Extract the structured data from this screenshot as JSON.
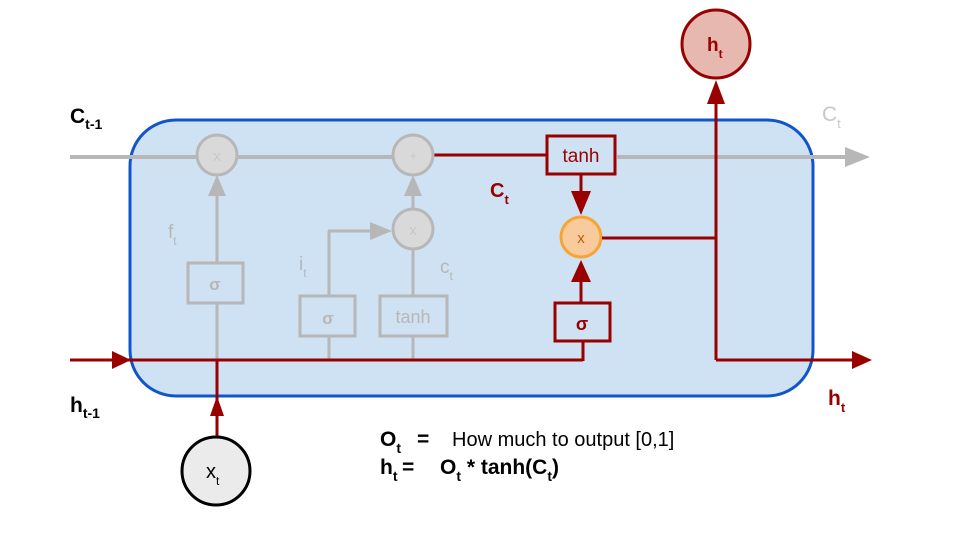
{
  "colors": {
    "cell_fill": "#cfe2f3",
    "cell_border": "#1155cc",
    "gray": "#b7b7b7",
    "gray_fill": "#d9d9d9",
    "dark_red": "#990000",
    "orange": "#f6b26b",
    "orange_fill": "#f9cb9c",
    "ht_fill": "#e6b8af",
    "xt_fill": "#ebebeb",
    "black": "#000000"
  },
  "labels": {
    "c_prev": {
      "main": "C",
      "sub": "t-1"
    },
    "h_prev": {
      "main": "h",
      "sub": "t-1"
    },
    "c_out": {
      "main": "C",
      "sub": "t"
    },
    "h_out": {
      "main": "h",
      "sub": "t"
    },
    "h_top": {
      "main": "h",
      "sub": "t"
    },
    "x_in": {
      "main": "x",
      "sub": "t"
    },
    "f_gate": {
      "main": "f",
      "sub": "t"
    },
    "i_gate": {
      "main": "i",
      "sub": "t"
    },
    "c_tilde": {
      "main": "c",
      "sub": "t"
    },
    "c_state": {
      "main": "C",
      "sub": "t"
    }
  },
  "nodes": {
    "forget_mult": "x",
    "add": "+",
    "input_mult": "x",
    "output_mult": "x",
    "forget_sigma": "σ",
    "input_sigma": "σ",
    "input_tanh": "tanh",
    "output_tanh": "tanh",
    "output_sigma": "σ"
  },
  "equations": {
    "eq1": {
      "lhs_main": "O",
      "lhs_sub": "t",
      "eq": "=",
      "rhs": "How much to output [0,1]"
    },
    "eq2": {
      "lhs_main": "h",
      "lhs_sub": "t",
      "eq": "=",
      "rhs_a_main": "O",
      "rhs_a_sub": "t",
      "rhs_b": " * tanh(C",
      "rhs_b_sub": "t",
      "rhs_c": ")"
    }
  }
}
